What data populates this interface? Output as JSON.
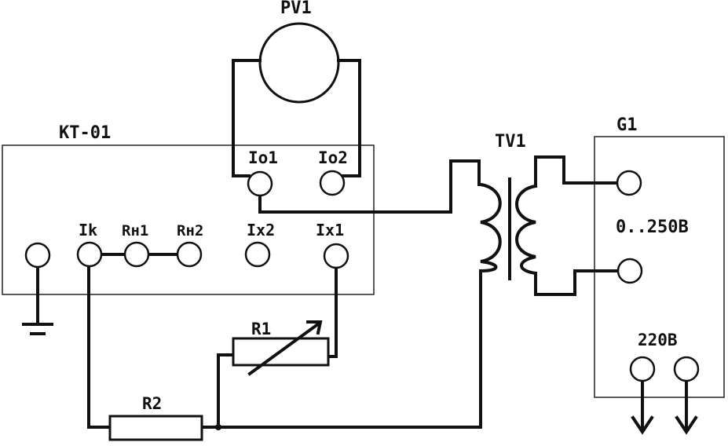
{
  "colors": {
    "ink": "#111111",
    "background": "#ffffff"
  },
  "labels": {
    "pv1": "PV1",
    "kt01": "KT-01",
    "io1": "Io1",
    "io2": "Io2",
    "ik": "Ik",
    "rn1": "Rн1",
    "rn2": "Rн2",
    "ix2": "Ix2",
    "ix1": "Ix1",
    "tv1": "TV1",
    "g1": "G1",
    "range": "0..250B",
    "mains": "220B",
    "r1": "R1",
    "r2": "R2"
  },
  "icons": [
    "ground-icon",
    "arrow-down-icon",
    "variable-resistor-icon",
    "resistor-icon",
    "transformer-icon",
    "voltmeter-icon"
  ]
}
